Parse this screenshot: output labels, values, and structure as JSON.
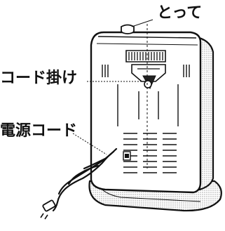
{
  "labels": {
    "handle": "とって",
    "cord_hook": "コード掛け",
    "power_cord": "電源コード"
  },
  "colors": {
    "ink": "#111111",
    "paper": "#ffffff",
    "shade": "#555555"
  }
}
